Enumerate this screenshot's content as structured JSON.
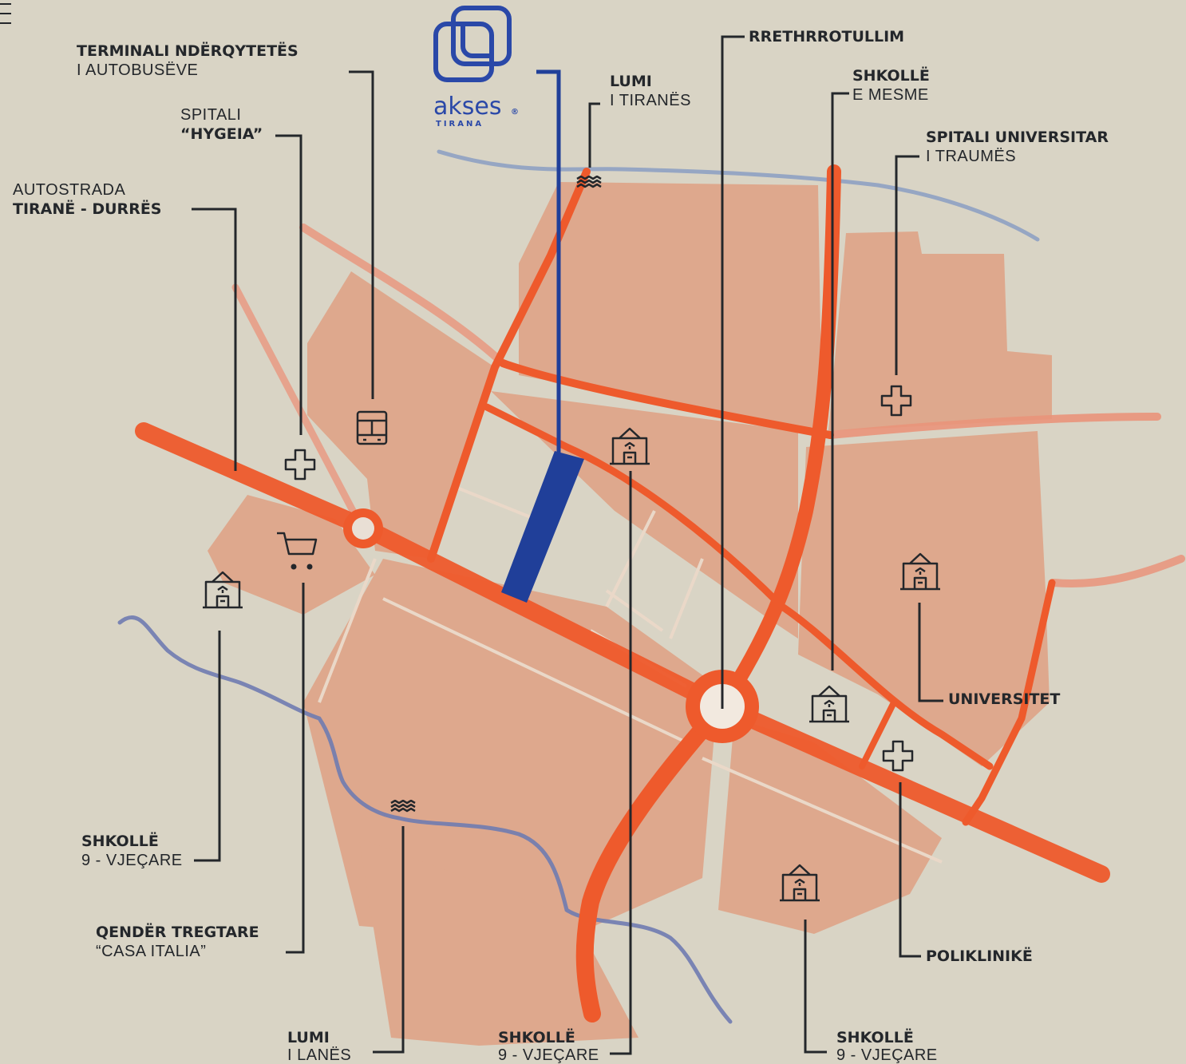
{
  "logo": {
    "name": "akses",
    "registered": "®",
    "subtitle": "TIRANA"
  },
  "colors": {
    "background": "#d9d4c5",
    "block": "#dea88d",
    "road": "#ee5a2c",
    "road_light": "#e98b67",
    "project": "#203f99",
    "river": "#7c8ab8",
    "ink": "#24272b"
  },
  "labels": {
    "terminal": {
      "line1": "TERMINALI NDËRQYTETËS",
      "line2": "I AUTOBUSËVE"
    },
    "hygeia": {
      "line1": "SPITALI",
      "line2": "“HYGEIA”"
    },
    "autostrada": {
      "line1": "AUTOSTRADA",
      "line2": "TIRANË - DURRËS"
    },
    "lumi_tiranes": {
      "line1": "LUMI",
      "line2": "I TIRANËS"
    },
    "rrethrrotullim": {
      "line1": "RRETHRROTULLIM"
    },
    "shkolle_mesme": {
      "line1": "SHKOLLË",
      "line2": "E MESME"
    },
    "spitali_traumes": {
      "line1": "SPITALI UNIVERSITAR",
      "line2": "I TRAUMËS"
    },
    "universitet": {
      "line1": "UNIVERSITET"
    },
    "shkolle_left": {
      "line1": "SHKOLLË",
      "line2": "9 - VJEÇARE"
    },
    "qender": {
      "line1": "QENDËR TREGTARE",
      "line2": "“CASA ITALIA”"
    },
    "lumi_lanes": {
      "line1": "LUMI",
      "line2": "I LANËS"
    },
    "shkolle_center": {
      "line1": "SHKOLLË",
      "line2": "9 - VJEÇARE"
    },
    "poliklinike": {
      "line1": "POLIKLINIKË"
    },
    "shkolle_right": {
      "line1": "SHKOLLË",
      "line2": "9 - VJEÇARE"
    }
  },
  "icons": [
    {
      "name": "bus-icon",
      "label_ref": "terminal"
    },
    {
      "name": "hospital-cross-icon",
      "label_ref": "hygeia"
    },
    {
      "name": "hospital-cross-icon",
      "label_ref": "spitali_traumes"
    },
    {
      "name": "hospital-cross-icon",
      "label_ref": "poliklinike"
    },
    {
      "name": "shopping-cart-icon",
      "label_ref": "qender"
    },
    {
      "name": "school-icon",
      "label_ref": "shkolle_left"
    },
    {
      "name": "school-icon",
      "label_ref": "shkolle_center"
    },
    {
      "name": "school-icon",
      "label_ref": "shkolle_mesme"
    },
    {
      "name": "school-icon",
      "label_ref": "universitet"
    },
    {
      "name": "school-icon",
      "label_ref": "shkolle_right"
    },
    {
      "name": "river-wave-icon",
      "label_ref": "lumi_tiranes"
    },
    {
      "name": "river-wave-icon",
      "label_ref": "lumi_lanes"
    }
  ]
}
